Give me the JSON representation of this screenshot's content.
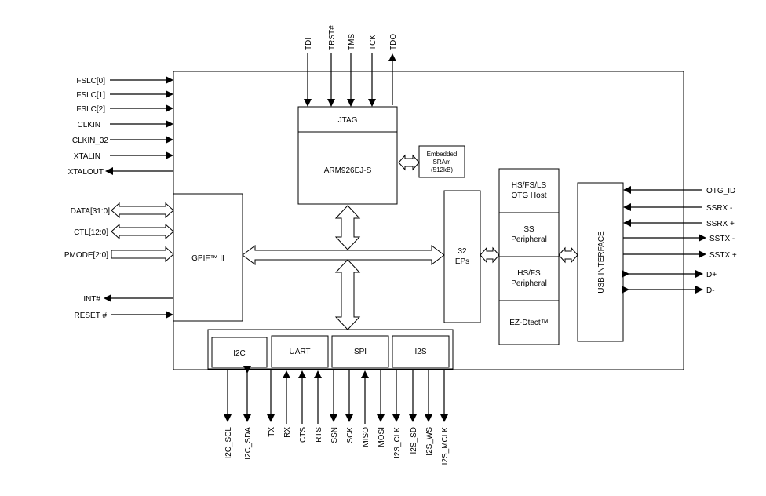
{
  "jtag_pins": [
    "TDI",
    "TRST#",
    "TMS",
    "TCK",
    "TDO"
  ],
  "left_pins": {
    "fslc0": "FSLC[0]",
    "fslc1": "FSLC[1]",
    "fslc2": "FSLC[2]",
    "clkin": "CLKIN",
    "clkin32": "CLKIN_32",
    "xtalin": "XTALIN",
    "xtalout": "XTALOUT",
    "data": "DATA[31:0]",
    "ctl": "CTL[12:0]",
    "pmode": "PMODE[2:0]",
    "int": "INT#",
    "reset": "RESET #"
  },
  "right_pins": {
    "otg_id": "OTG_ID",
    "ssrx_minus": "SSRX -",
    "ssrx_plus": "SSRX +",
    "sstx_minus": "SSTX -",
    "sstx_plus": "SSTX +",
    "dplus": "D+",
    "dminus": "D-"
  },
  "bottom_pins": [
    "I2C_SCL",
    "I2C_SDA",
    "TX",
    "RX",
    "CTS",
    "RTS",
    "SSN",
    "SCK",
    "MISO",
    "MOSI",
    "I2S_CLK",
    "I2S_SD",
    "I2S_WS",
    "I2S_MCLK"
  ],
  "blocks": {
    "jtag": "JTAG",
    "cpu": "ARM926EJ-S",
    "sram_line1": "Embedded",
    "sram_line2": "SRAm",
    "sram_line3": "(512kB)",
    "gpif": "GPIF™ II",
    "eps_line1": "32",
    "eps_line2": "EPs",
    "otg_line1": "HS/FS/LS",
    "otg_line2": "OTG Host",
    "ss_line1": "SS",
    "ss_line2": "Peripheral",
    "hsfs_line1": "HS/FS",
    "hsfs_line2": "Peripheral",
    "ezdtect": "EZ-Dtect™",
    "usb_interface": "USB INTERFACE",
    "i2c": "I2C",
    "uart": "UART",
    "spi": "SPI",
    "i2s": "I2S"
  }
}
